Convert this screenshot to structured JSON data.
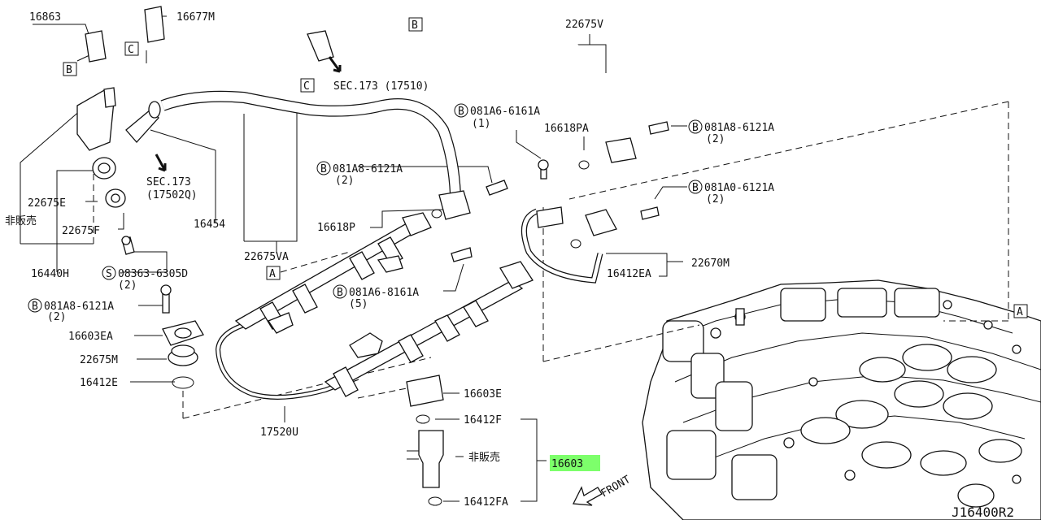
{
  "labels": {
    "p16863": "16863",
    "p16677M": "16677M",
    "refB1": "B",
    "refC1": "C",
    "refB2": "B",
    "refC2": "C",
    "refA1": "A",
    "refA2": "A",
    "sec173a": "SEC.173 (17510)",
    "sec173b_1": "SEC.173",
    "sec173b_2": "(17502Q)",
    "p22675V": "22675V",
    "p16618PA": "16618PA",
    "b081A6_6161A": "081A6-6161A",
    "b081A6_6161A_qty": "(1)",
    "b081A8_6121A_r": "081A8-6121A",
    "b081A8_6121A_r_qty": "(2)",
    "b081A8_6121A_m": "081A8-6121A",
    "b081A8_6121A_m_qty": "(2)",
    "b081A0_6121A": "081A0-6121A",
    "b081A0_6121A_qty": "(2)",
    "p22675E": "22675E",
    "hihanbai1": "非販売",
    "p22675F": "22675F",
    "p16454": "16454",
    "p16618P": "16618P",
    "p22675VA": "22675VA",
    "p16440H": "16440H",
    "s08363_6305D": "08363-6305D",
    "s08363_6305D_qty": "(2)",
    "b081A6_8161A": "081A6-8161A",
    "b081A6_8161A_qty": "(5)",
    "b081A8_6121A_l": "081A8-6121A",
    "b081A8_6121A_l_qty": "(2)",
    "p16603EA": "16603EA",
    "p22675M": "22675M",
    "p16412E": "16412E",
    "p17520U": "17520U",
    "p16603E": "16603E",
    "p16412F": "16412F",
    "hihanbai2": "非販売",
    "p16603": "16603",
    "p16412FA": "16412FA",
    "p16412EA": "16412EA",
    "p22670M": "22670M",
    "front": "FRONT",
    "diagram_id": "J16400R2",
    "circleB": "B",
    "circleS": "S"
  },
  "colors": {
    "highlight": "#7dff6b",
    "ink": "#111111",
    "background": "#ffffff"
  }
}
